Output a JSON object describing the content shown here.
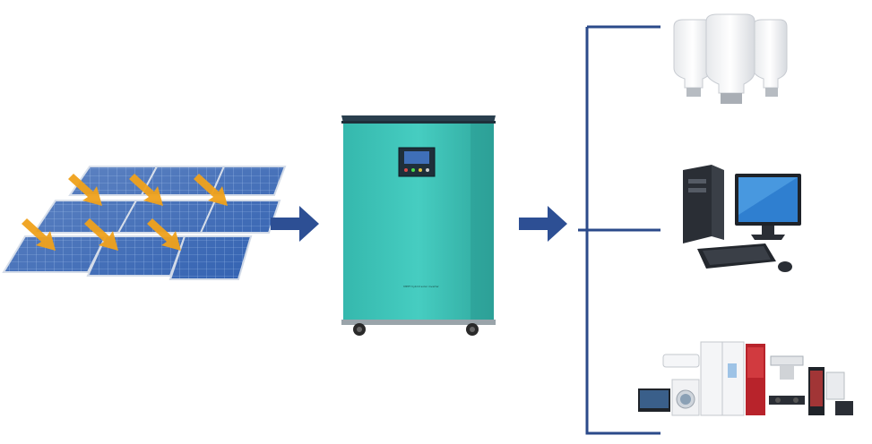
{
  "diagram": {
    "nodes": [
      {
        "id": "solar-panels",
        "icon": "solar-panel-icon"
      },
      {
        "id": "inverter",
        "icon": "inverter-cabinet-icon",
        "label": "MPPT hybrid solar inverter"
      },
      {
        "id": "light-bulbs",
        "icon": "light-bulb-icon"
      },
      {
        "id": "desktop-computer",
        "icon": "desktop-computer-icon"
      },
      {
        "id": "home-appliances",
        "icon": "home-appliances-icon"
      }
    ],
    "edges": [
      {
        "from": "solar-panels",
        "to": "inverter",
        "style": "arrow"
      },
      {
        "from": "inverter",
        "to": "bus",
        "style": "arrow"
      },
      {
        "from": "bus",
        "to": "light-bulbs",
        "style": "line"
      },
      {
        "from": "bus",
        "to": "desktop-computer",
        "style": "line"
      },
      {
        "from": "bus",
        "to": "home-appliances",
        "style": "line"
      }
    ],
    "colors": {
      "arrow": "#2d4f94",
      "connector": "#2b4a8a",
      "panel": "#2f5fb0",
      "sun_arrow": "#f0a21c",
      "inverter_body": "#3cc4b8",
      "inverter_top": "#2a3f4e"
    }
  }
}
